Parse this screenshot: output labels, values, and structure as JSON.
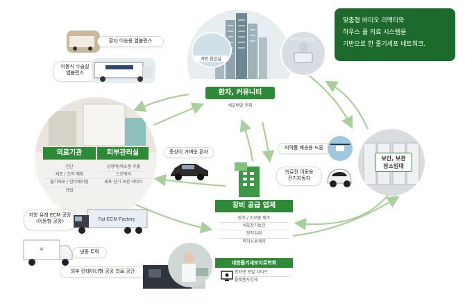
{
  "header_box": {
    "lines": [
      "맞춤형 바이오 리액터와",
      "하우스 콜 의료 시스템을",
      "기반으로 한 줄기세포 네트워크."
    ],
    "color": "#1c6b2d"
  },
  "top_hub": {
    "tag_left": "개인 음압실",
    "tag_right": "하우스 수술실",
    "title": "환자, 커뮤니티",
    "subtitle": "세포배양 주체"
  },
  "left_top": {
    "ambulance1": "환자 이송용 앰뷸런스",
    "ambulance2_line1": "이동식 수술실",
    "ambulance2_line2": "앰뷸런스"
  },
  "left_hub": {
    "title_left": "의료기관",
    "title_right": "피부관리실",
    "items_left": [
      "진단",
      "세포 / 조직 채취",
      "줄기세포 / 안티에이징",
      "요법"
    ],
    "items_right": [
      "성형액/엑소좀 추출",
      "스킨케어",
      "세포 단기 보관 서비스"
    ]
  },
  "car_label": "증상이 가벼운 환자",
  "right_top": {
    "drone": "의약품 배송용 드론",
    "ev_line1": "의료진 이동용",
    "ev_line2": "전기자동차"
  },
  "right_hub": {
    "label_line1": "보안, 보관",
    "label_line2": "장소임대"
  },
  "center_hub": {
    "title": "장비 공급 업체",
    "items": [
      "장치 / 소모품 제조",
      "세포장기보관",
      "장치임대",
      "특허사용계약"
    ],
    "society": "대한줄기세포치료학회",
    "portal_line1": "인터넷 포탈 사이트",
    "portal_line2": "플랫폼사업체"
  },
  "bottom_left": {
    "truck_line1": "지방 유래 ECM 공장",
    "truck_line2": "(이동형 공장)",
    "truck_text": "Fat ECM Factory",
    "freezer": "냉동 트럭",
    "container": "외부 컨테이너형 공공 의료 공간"
  },
  "colors": {
    "accent": "#2f8a38",
    "arrow": "#a9cf9a"
  }
}
